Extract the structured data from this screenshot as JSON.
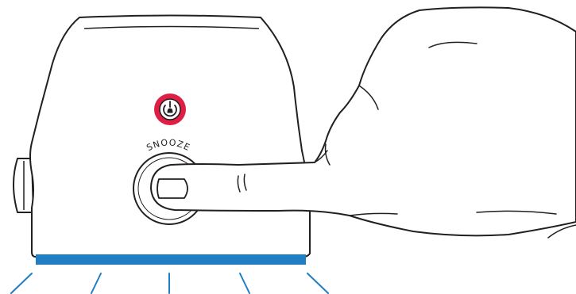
{
  "device": {
    "snooze_label": "SNOOZE",
    "alarm_button_icon": "bell-power-icon",
    "snooze_button_icon": "round-button",
    "light_bar_color": "#1f7ec4",
    "alarm_ring_color": "#e01e45",
    "light_ray_color": "#1f7ec4"
  },
  "hand": {
    "action": "press-snooze"
  }
}
